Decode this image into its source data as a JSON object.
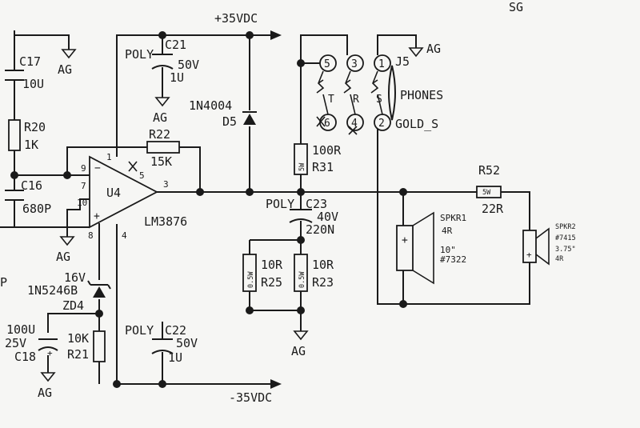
{
  "sheet_label": "SG",
  "rails": {
    "pos": "+35VDC",
    "neg": "-35VDC"
  },
  "ground": "AG",
  "c17": {
    "ref": "C17",
    "value": "10U"
  },
  "r20": {
    "ref": "R20",
    "value": "1K"
  },
  "c16": {
    "ref": "C16",
    "value": "680P"
  },
  "c21": {
    "type": "POLY",
    "ref": "C21",
    "voltage": "50V",
    "value": "1U"
  },
  "r22": {
    "ref": "R22",
    "value": "15K"
  },
  "d5": {
    "part": "1N4004",
    "ref": "D5"
  },
  "u4": {
    "ref": "U4",
    "part": "LM3876",
    "pins": {
      "p1": "1",
      "p3": "3",
      "p4": "4",
      "p5": "5",
      "p7": "7",
      "p8": "8",
      "p9": "9",
      "p10": "10"
    }
  },
  "zd4": {
    "voltage": "16V",
    "part": "1N5246B",
    "ref": "ZD4"
  },
  "c18": {
    "value": "100U",
    "voltage": "25V",
    "ref": "C18"
  },
  "r21": {
    "value": "10K",
    "ref": "R21"
  },
  "c22": {
    "type": "POLY",
    "ref": "C22",
    "voltage": "50V",
    "value": "1U"
  },
  "c23": {
    "type": "POLY",
    "ref": "C23",
    "voltage": "40V",
    "value": "220N"
  },
  "r31": {
    "rating": "5W",
    "value": "100R",
    "ref": "R31"
  },
  "r25": {
    "rating": "0.5W",
    "value": "10R",
    "ref": "R25"
  },
  "r23": {
    "rating": "0.5W",
    "value": "10R",
    "ref": "R23"
  },
  "j5": {
    "ref": "J5",
    "label": "PHONES",
    "part": "GOLD_S",
    "pins": [
      "5",
      "3",
      "1",
      "6",
      "4",
      "2"
    ],
    "contacts": [
      "T",
      "R",
      "S"
    ]
  },
  "r52": {
    "ref": "R52",
    "rating": "5W",
    "value": "22R"
  },
  "spkr1": {
    "ref": "SPKR1",
    "impedance": "4R",
    "size": "10\"",
    "model": "#7322"
  },
  "spkr2": {
    "ref": "SPKR2",
    "model": "#7415",
    "size": "3.75\"",
    "impedance": "4R"
  },
  "misc": {
    "partial_p": "P"
  }
}
